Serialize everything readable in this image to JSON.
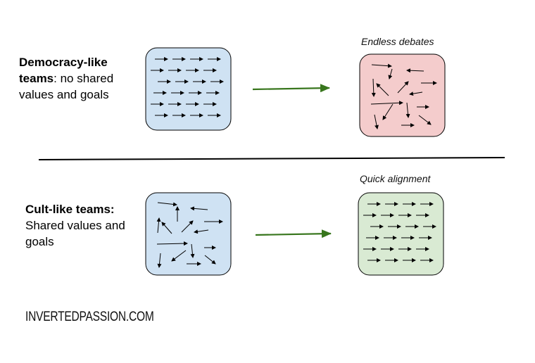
{
  "top_row": {
    "label_bold": "Democracy-like teams",
    "label_rest": ": no shared values and goals",
    "result_caption": "Endless debates"
  },
  "bottom_row": {
    "label_bold": "Cult-like teams:",
    "label_rest": "Shared values and goals",
    "result_caption": "Quick alignment"
  },
  "colors": {
    "blue_fill": "#cfe2f3",
    "red_fill": "#f4cccc",
    "green_fill": "#d9ead3",
    "transition_arrow": "#38761d",
    "divider": "#000000"
  },
  "watermark": "INVERTEDPASSION.COM"
}
